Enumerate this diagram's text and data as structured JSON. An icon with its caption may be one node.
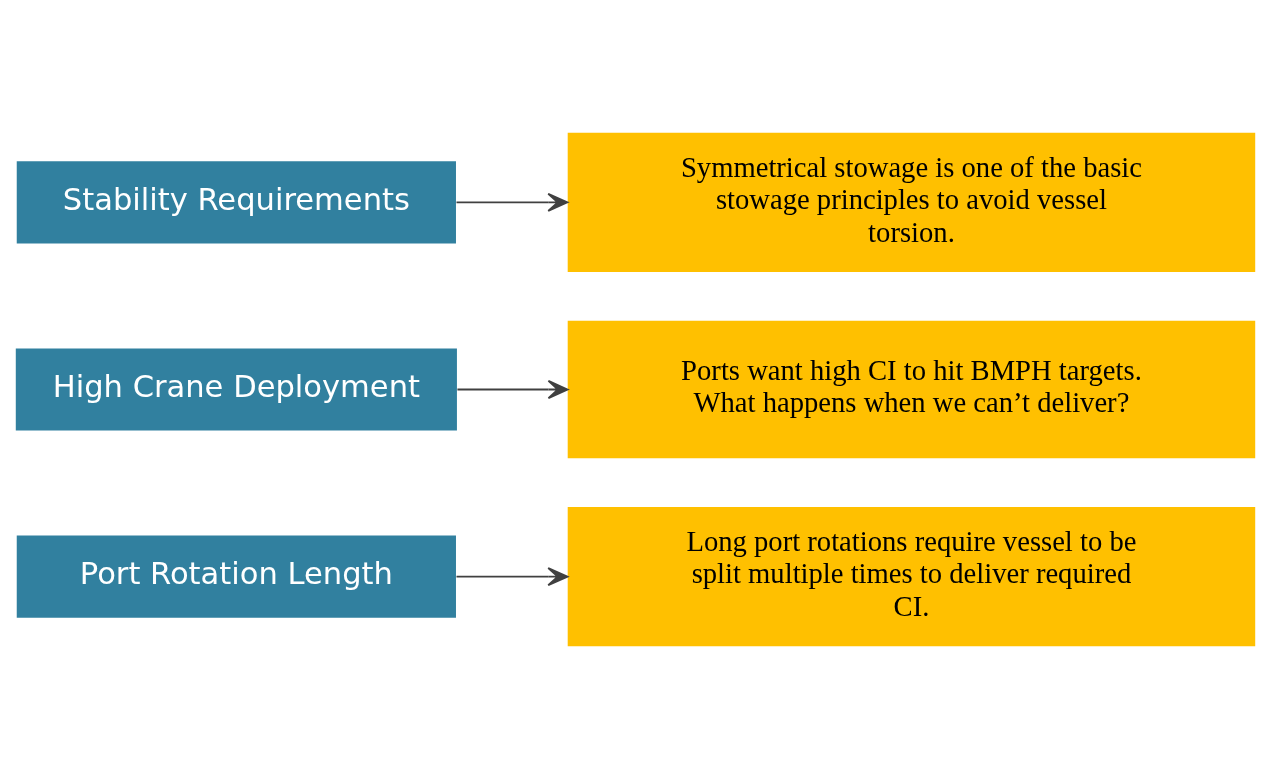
{
  "diagram": {
    "nodes": [
      {
        "text": [
          "Port Rotation Length"
        ]
      },
      {
        "text": [
          "Long port rotations require vessel to be split multiple times to deliver required CI."
        ]
      },
      {
        "text": [
          "High Crane Deployment"
        ]
      },
      {
        "text": [
          "Ports want high CI to hit BMPH targets. What happens when we can’t deliver?"
        ]
      },
      {
        "text": [
          "Stability Requirements"
        ]
      },
      {
        "text": [
          "Symmetrical stowage is one of the basic stowage principles to avoid vessel torsion."
        ]
      }
    ],
    "edges": [
      {
        "from": 0,
        "to": 1,
        "arrow": "to"
      },
      {
        "from": 2,
        "to": 3,
        "arrow": "to"
      },
      {
        "from": 4,
        "to": 5,
        "arrow": "to"
      }
    ]
  }
}
